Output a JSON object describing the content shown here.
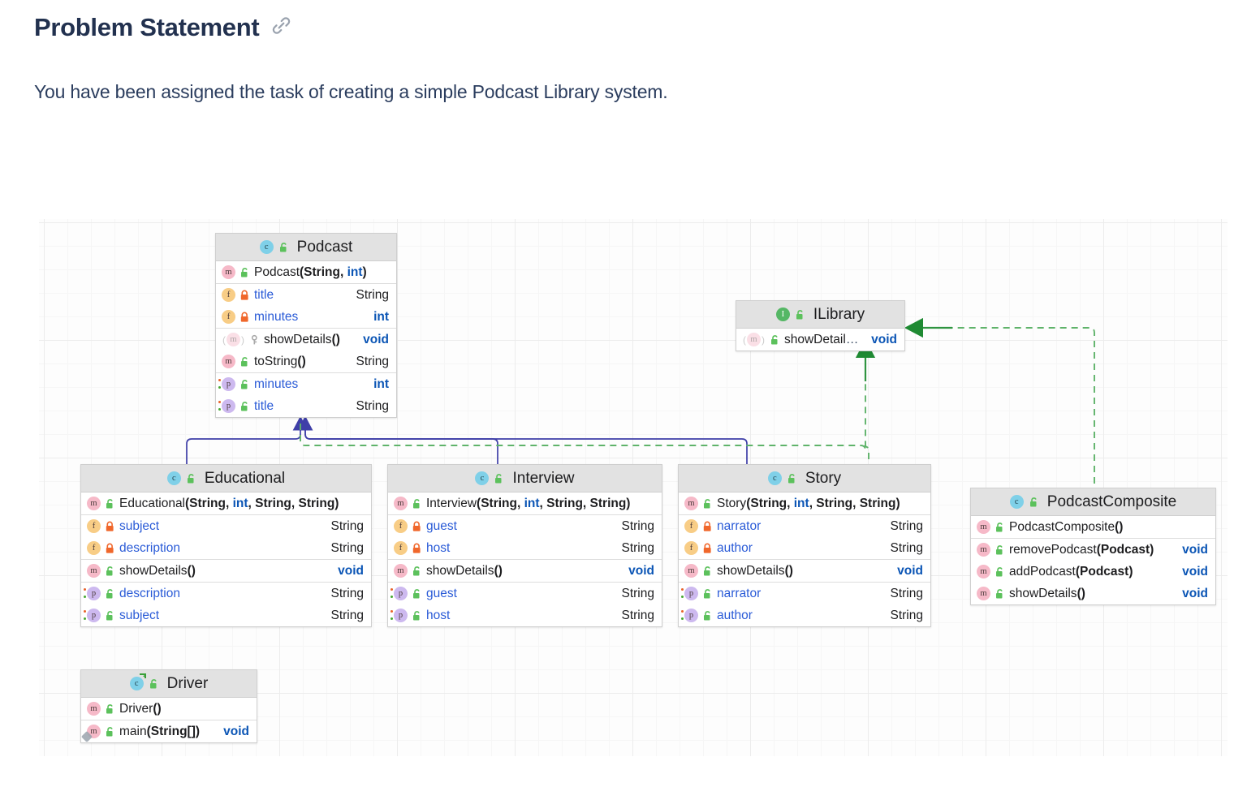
{
  "header": {
    "title": "Problem Statement",
    "anchor_icon": "link-icon"
  },
  "intro": {
    "text": "You have been assigned the task of creating a simple Podcast Library system."
  },
  "colors": {
    "title": "#22314f",
    "body_text": "#2b3d5e",
    "inheritance_edge": "#3f3fa8",
    "realization_edge": "#3a9e45",
    "box_header_bg": "#e2e2e2",
    "box_border": "#cfcfcf",
    "type_keyword": "#0b55b5",
    "member_name": "#2a5bd7"
  },
  "diagram": {
    "type": "uml-class-diagram",
    "classes": [
      {
        "id": "Podcast",
        "name": "Podcast",
        "stereotype": "class",
        "icon": "class-icon",
        "visibility_icon": "unlock-icon",
        "sections": [
          {
            "members": [
              {
                "kind": "m",
                "icon": "method-icon",
                "visibility": "public",
                "vis_icon": "unlock-icon",
                "sig": "Podcast(String, int)",
                "type": "",
                "abstract": false
              }
            ]
          },
          {
            "members": [
              {
                "kind": "f",
                "icon": "field-icon",
                "visibility": "private",
                "vis_icon": "lock-icon",
                "sig": "title",
                "type": "String",
                "abstract": false
              },
              {
                "kind": "f",
                "icon": "field-icon",
                "visibility": "private",
                "vis_icon": "lock-icon",
                "sig": "minutes",
                "type": "int",
                "abstract": false
              }
            ]
          },
          {
            "members": [
              {
                "kind": "m",
                "icon": "method-icon",
                "visibility": "protected",
                "vis_icon": "key-icon",
                "sig": "showDetails()",
                "type": "void",
                "abstract": true
              },
              {
                "kind": "m",
                "icon": "method-icon",
                "visibility": "public",
                "vis_icon": "unlock-icon",
                "sig": "toString()",
                "type": "String",
                "abstract": false
              }
            ]
          },
          {
            "members": [
              {
                "kind": "p",
                "icon": "property-icon",
                "visibility": "public",
                "vis_icon": "unlock-icon",
                "sig": "minutes",
                "type": "int",
                "abstract": false
              },
              {
                "kind": "p",
                "icon": "property-icon",
                "visibility": "public",
                "vis_icon": "unlock-icon",
                "sig": "title",
                "type": "String",
                "abstract": false
              }
            ]
          }
        ]
      },
      {
        "id": "ILibrary",
        "name": "ILibrary",
        "stereotype": "interface",
        "icon": "interface-icon",
        "visibility_icon": "unlock-icon",
        "sections": [
          {
            "members": [
              {
                "kind": "m",
                "icon": "method-icon",
                "visibility": "public",
                "vis_icon": "unlock-icon",
                "sig": "showDetails()",
                "type": "void",
                "abstract": true
              }
            ]
          }
        ]
      },
      {
        "id": "Educational",
        "name": "Educational",
        "stereotype": "class",
        "icon": "class-icon",
        "visibility_icon": "unlock-icon",
        "sections": [
          {
            "members": [
              {
                "kind": "m",
                "icon": "method-icon",
                "visibility": "public",
                "vis_icon": "unlock-icon",
                "sig": "Educational(String, int, String, String)",
                "type": "",
                "abstract": false
              }
            ]
          },
          {
            "members": [
              {
                "kind": "f",
                "icon": "field-icon",
                "visibility": "private",
                "vis_icon": "lock-icon",
                "sig": "subject",
                "type": "String",
                "abstract": false
              },
              {
                "kind": "f",
                "icon": "field-icon",
                "visibility": "private",
                "vis_icon": "lock-icon",
                "sig": "description",
                "type": "String",
                "abstract": false
              }
            ]
          },
          {
            "members": [
              {
                "kind": "m",
                "icon": "method-icon",
                "visibility": "public",
                "vis_icon": "unlock-icon",
                "sig": "showDetails()",
                "type": "void",
                "abstract": false
              }
            ]
          },
          {
            "members": [
              {
                "kind": "p",
                "icon": "property-icon",
                "visibility": "public",
                "vis_icon": "unlock-icon",
                "sig": "description",
                "type": "String",
                "abstract": false
              },
              {
                "kind": "p",
                "icon": "property-icon",
                "visibility": "public",
                "vis_icon": "unlock-icon",
                "sig": "subject",
                "type": "String",
                "abstract": false
              }
            ]
          }
        ]
      },
      {
        "id": "Interview",
        "name": "Interview",
        "stereotype": "class",
        "icon": "class-icon",
        "visibility_icon": "unlock-icon",
        "sections": [
          {
            "members": [
              {
                "kind": "m",
                "icon": "method-icon",
                "visibility": "public",
                "vis_icon": "unlock-icon",
                "sig": "Interview(String, int, String, String)",
                "type": "",
                "abstract": false
              }
            ]
          },
          {
            "members": [
              {
                "kind": "f",
                "icon": "field-icon",
                "visibility": "private",
                "vis_icon": "lock-icon",
                "sig": "guest",
                "type": "String",
                "abstract": false
              },
              {
                "kind": "f",
                "icon": "field-icon",
                "visibility": "private",
                "vis_icon": "lock-icon",
                "sig": "host",
                "type": "String",
                "abstract": false
              }
            ]
          },
          {
            "members": [
              {
                "kind": "m",
                "icon": "method-icon",
                "visibility": "public",
                "vis_icon": "unlock-icon",
                "sig": "showDetails()",
                "type": "void",
                "abstract": false
              }
            ]
          },
          {
            "members": [
              {
                "kind": "p",
                "icon": "property-icon",
                "visibility": "public",
                "vis_icon": "unlock-icon",
                "sig": "guest",
                "type": "String",
                "abstract": false
              },
              {
                "kind": "p",
                "icon": "property-icon",
                "visibility": "public",
                "vis_icon": "unlock-icon",
                "sig": "host",
                "type": "String",
                "abstract": false
              }
            ]
          }
        ]
      },
      {
        "id": "Story",
        "name": "Story",
        "stereotype": "class",
        "icon": "class-icon",
        "visibility_icon": "unlock-icon",
        "sections": [
          {
            "members": [
              {
                "kind": "m",
                "icon": "method-icon",
                "visibility": "public",
                "vis_icon": "unlock-icon",
                "sig": "Story(String, int, String, String)",
                "type": "",
                "abstract": false
              }
            ]
          },
          {
            "members": [
              {
                "kind": "f",
                "icon": "field-icon",
                "visibility": "private",
                "vis_icon": "lock-icon",
                "sig": "narrator",
                "type": "String",
                "abstract": false
              },
              {
                "kind": "f",
                "icon": "field-icon",
                "visibility": "private",
                "vis_icon": "lock-icon",
                "sig": "author",
                "type": "String",
                "abstract": false
              }
            ]
          },
          {
            "members": [
              {
                "kind": "m",
                "icon": "method-icon",
                "visibility": "public",
                "vis_icon": "unlock-icon",
                "sig": "showDetails()",
                "type": "void",
                "abstract": false
              }
            ]
          },
          {
            "members": [
              {
                "kind": "p",
                "icon": "property-icon",
                "visibility": "public",
                "vis_icon": "unlock-icon",
                "sig": "narrator",
                "type": "String",
                "abstract": false
              },
              {
                "kind": "p",
                "icon": "property-icon",
                "visibility": "public",
                "vis_icon": "unlock-icon",
                "sig": "author",
                "type": "String",
                "abstract": false
              }
            ]
          }
        ]
      },
      {
        "id": "PodcastComposite",
        "name": "PodcastComposite",
        "stereotype": "class",
        "icon": "class-icon",
        "visibility_icon": "unlock-icon",
        "sections": [
          {
            "members": [
              {
                "kind": "m",
                "icon": "method-icon",
                "visibility": "public",
                "vis_icon": "unlock-icon",
                "sig": "PodcastComposite()",
                "type": "",
                "abstract": false
              }
            ]
          },
          {
            "members": [
              {
                "kind": "m",
                "icon": "method-icon",
                "visibility": "public",
                "vis_icon": "unlock-icon",
                "sig": "removePodcast(Podcast)",
                "type": "void",
                "abstract": false
              },
              {
                "kind": "m",
                "icon": "method-icon",
                "visibility": "public",
                "vis_icon": "unlock-icon",
                "sig": "addPodcast(Podcast)",
                "type": "void",
                "abstract": false
              },
              {
                "kind": "m",
                "icon": "method-icon",
                "visibility": "public",
                "vis_icon": "unlock-icon",
                "sig": "showDetails()",
                "type": "void",
                "abstract": false
              }
            ]
          }
        ]
      },
      {
        "id": "Driver",
        "name": "Driver",
        "stereotype": "runnable-class",
        "icon": "runnable-class-icon",
        "visibility_icon": "unlock-icon",
        "sections": [
          {
            "members": [
              {
                "kind": "m",
                "icon": "method-icon",
                "visibility": "public",
                "vis_icon": "unlock-icon",
                "sig": "Driver()",
                "type": "",
                "abstract": false
              }
            ]
          },
          {
            "members": [
              {
                "kind": "m",
                "icon": "method-icon",
                "visibility": "public",
                "vis_icon": "unlock-icon",
                "sig": "main(String[])",
                "type": "void",
                "abstract": false,
                "static": true
              }
            ]
          }
        ]
      }
    ],
    "relations": [
      {
        "type": "inheritance",
        "from": "Educational",
        "to": "Podcast",
        "style": "solid",
        "color": "#3f3fa8"
      },
      {
        "type": "inheritance",
        "from": "Interview",
        "to": "Podcast",
        "style": "solid",
        "color": "#3f3fa8"
      },
      {
        "type": "inheritance",
        "from": "Story",
        "to": "Podcast",
        "style": "solid",
        "color": "#3f3fa8"
      },
      {
        "type": "realization",
        "from": "Podcast",
        "to": "ILibrary",
        "style": "dashed",
        "color": "#3a9e45"
      },
      {
        "type": "realization",
        "from": "Story",
        "to": "ILibrary",
        "style": "dashed",
        "color": "#3a9e45"
      },
      {
        "type": "realization",
        "from": "PodcastComposite",
        "to": "ILibrary",
        "style": "dashed",
        "color": "#3a9e45"
      }
    ]
  }
}
